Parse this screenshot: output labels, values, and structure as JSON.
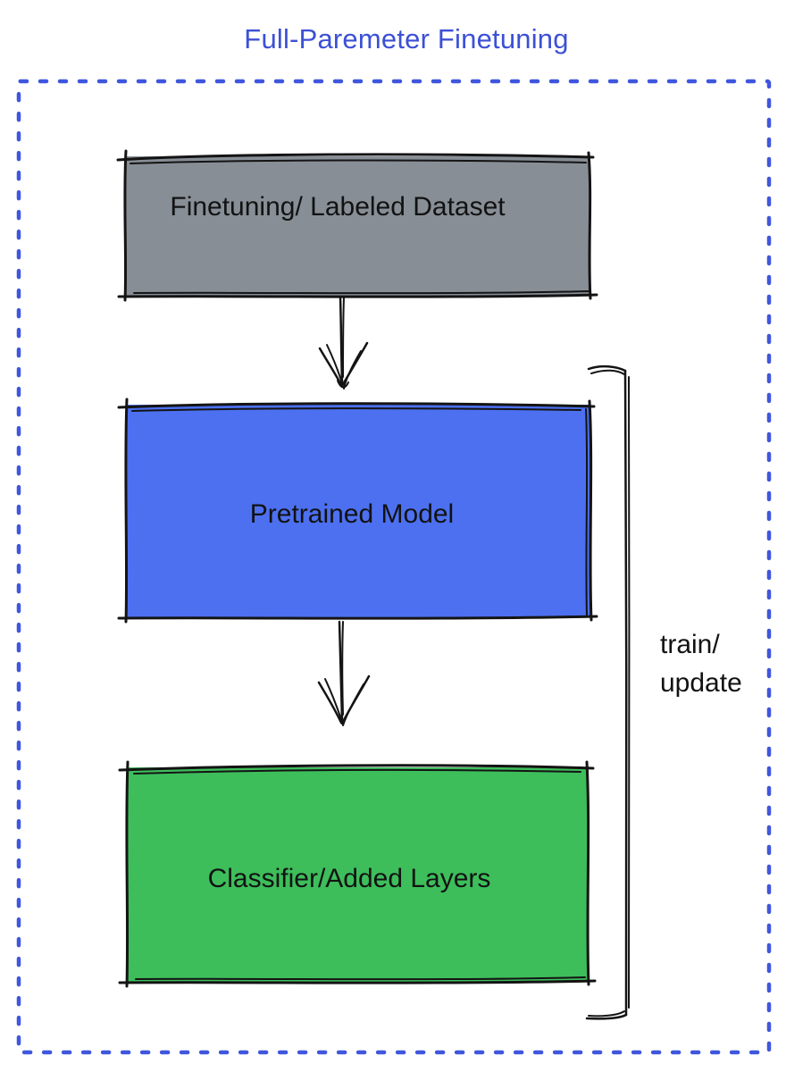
{
  "title": {
    "text": "Full-Paremeter Finetuning",
    "color": "#3C50D6"
  },
  "border": {
    "color": "#3F56DE",
    "style": "dotted-dash"
  },
  "nodes": [
    {
      "id": "finetuning-dataset",
      "label": "Finetuning/ Labeled Dataset",
      "fill": "#878E96",
      "stroke": "#141414"
    },
    {
      "id": "pretrained-model",
      "label": "Pretrained Model",
      "fill": "#4C70F0",
      "stroke": "#141414"
    },
    {
      "id": "classifier-added-layers",
      "label": "Classifier/Added Layers",
      "fill": "#3DBE5B",
      "stroke": "#141414"
    }
  ],
  "edges": [
    {
      "from": "finetuning-dataset",
      "to": "pretrained-model",
      "type": "arrow-down"
    },
    {
      "from": "pretrained-model",
      "to": "classifier-added-layers",
      "type": "arrow-down"
    }
  ],
  "bracket": {
    "label_line1": "train/",
    "label_line2": "update",
    "side": "right",
    "color": "#141414"
  }
}
